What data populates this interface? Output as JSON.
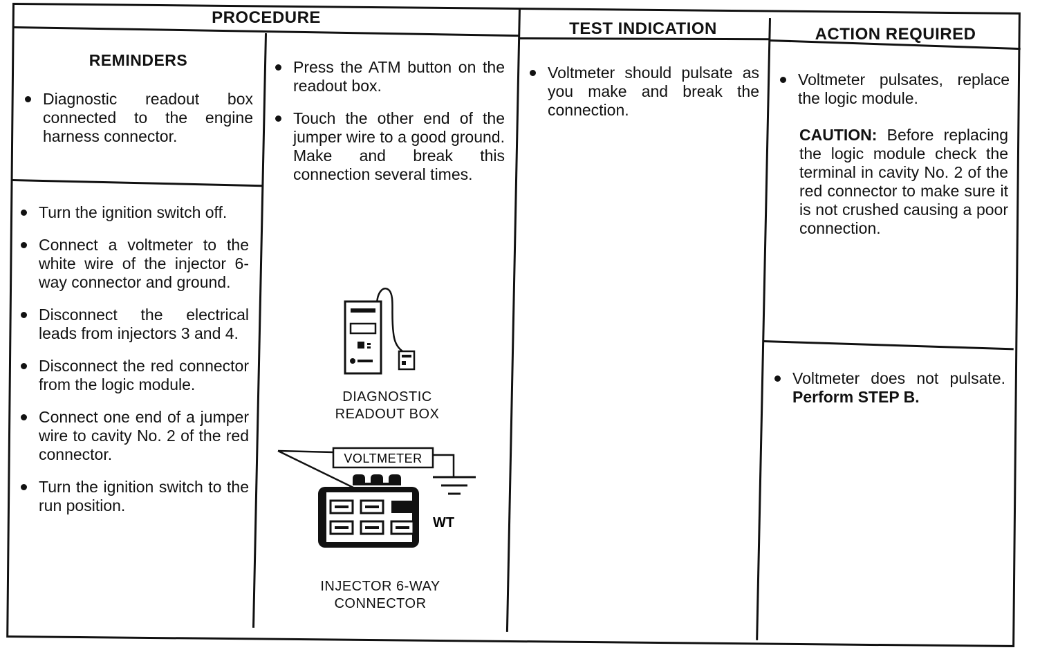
{
  "headers": {
    "procedure": "PROCEDURE",
    "test_indication": "TEST INDICATION",
    "action_required": "ACTION REQUIRED"
  },
  "reminders": {
    "title": "REMINDERS",
    "items": [
      "Diagnostic readout box connected to the engine harness connector."
    ]
  },
  "procedure_left": {
    "items": [
      "Turn the ignition switch off.",
      "Connect a voltmeter to the white wire of the injector 6-way connector and ground.",
      "Disconnect the electrical leads from injectors 3 and 4.",
      "Disconnect the red connector from the logic module.",
      "Connect one end of a jumper wire to cavity No. 2 of the red connector.",
      "Turn the ignition switch to the run position."
    ]
  },
  "procedure_right": {
    "items": [
      "Press the ATM button on the readout box.",
      "Touch the other end of the jumper wire to a good ground. Make and break this connection several times."
    ],
    "figure_box_caption": [
      "DIAGNOSTIC",
      "READOUT BOX"
    ],
    "figure_connector_caption": [
      "INJECTOR 6-WAY",
      "CONNECTOR"
    ],
    "voltmeter_label": "VOLTMETER",
    "wire_label": "WT"
  },
  "test_indication": {
    "items": [
      "Voltmeter should pulsate as you make and break the connection."
    ]
  },
  "action_required": {
    "top_items": [
      "Voltmeter pulsates, replace the logic module."
    ],
    "caution_label": "CAUTION:",
    "caution_text": " Before replacing the logic module check the terminal in cavity No. 2 of the red connector to make sure it is not crushed causing a poor connection.",
    "bottom_items": [
      "Voltmeter does not pulsate."
    ],
    "bottom_emphasis": " Perform STEP B."
  }
}
